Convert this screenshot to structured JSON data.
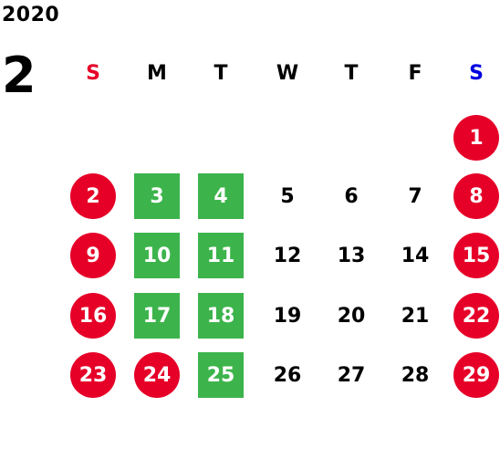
{
  "calendar": {
    "year": "2020",
    "month": "2",
    "weekdays": [
      "S",
      "M",
      "T",
      "W",
      "T",
      "F",
      "S"
    ],
    "weekday_colors": [
      "#e60028",
      "#000000",
      "#000000",
      "#000000",
      "#000000",
      "#000000",
      "#0000e0"
    ],
    "holiday_color": "#e60028",
    "highlight_color": "#3cb44b",
    "first_weekday_index": 6,
    "days": [
      {
        "label": "1",
        "style": "holiday"
      },
      {
        "label": "2",
        "style": "holiday"
      },
      {
        "label": "3",
        "style": "highlight"
      },
      {
        "label": "4",
        "style": "highlight"
      },
      {
        "label": "5",
        "style": "plain"
      },
      {
        "label": "6",
        "style": "plain"
      },
      {
        "label": "7",
        "style": "plain"
      },
      {
        "label": "8",
        "style": "holiday"
      },
      {
        "label": "9",
        "style": "holiday"
      },
      {
        "label": "10",
        "style": "highlight"
      },
      {
        "label": "11",
        "style": "highlight"
      },
      {
        "label": "12",
        "style": "plain"
      },
      {
        "label": "13",
        "style": "plain"
      },
      {
        "label": "14",
        "style": "plain"
      },
      {
        "label": "15",
        "style": "holiday"
      },
      {
        "label": "16",
        "style": "holiday"
      },
      {
        "label": "17",
        "style": "highlight"
      },
      {
        "label": "18",
        "style": "highlight"
      },
      {
        "label": "19",
        "style": "plain"
      },
      {
        "label": "20",
        "style": "plain"
      },
      {
        "label": "21",
        "style": "plain"
      },
      {
        "label": "22",
        "style": "holiday"
      },
      {
        "label": "23",
        "style": "holiday"
      },
      {
        "label": "24",
        "style": "holiday"
      },
      {
        "label": "25",
        "style": "highlight"
      },
      {
        "label": "26",
        "style": "plain"
      },
      {
        "label": "27",
        "style": "plain"
      },
      {
        "label": "28",
        "style": "plain"
      },
      {
        "label": "29",
        "style": "holiday"
      }
    ]
  }
}
